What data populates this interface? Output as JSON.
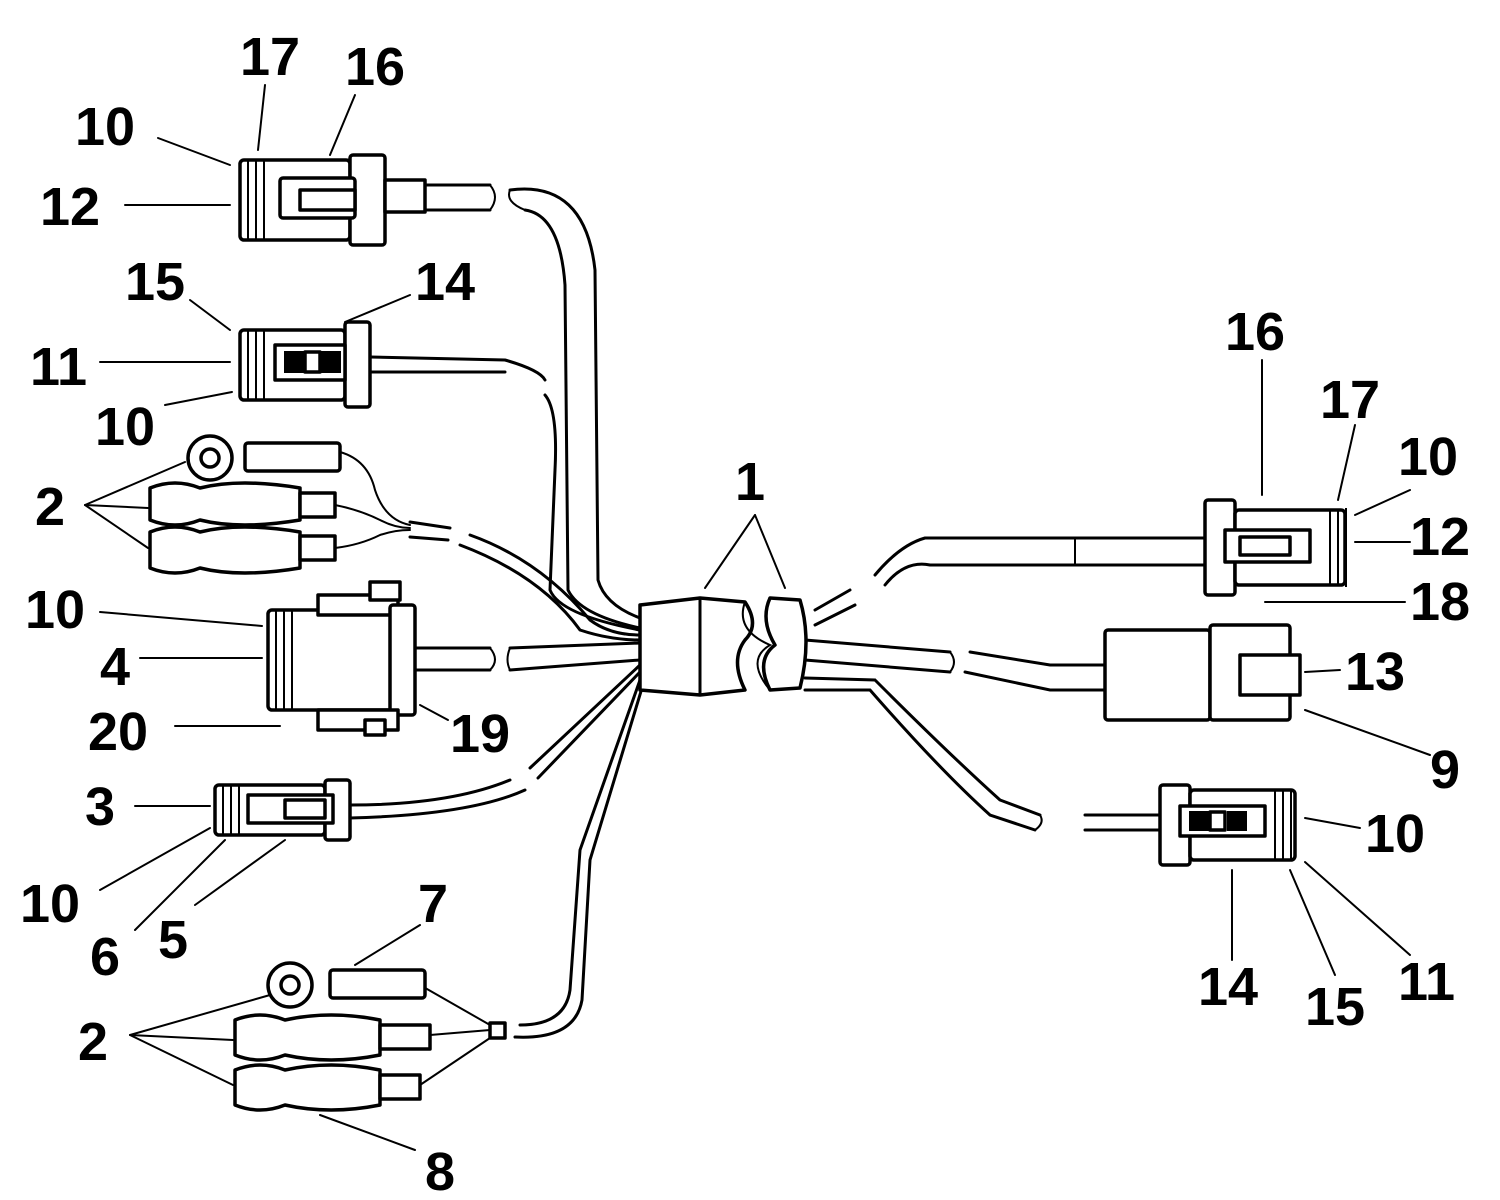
{
  "diagram": {
    "callouts": {
      "c1": "1",
      "c2_upper": "2",
      "c2_lower": "2",
      "c3": "3",
      "c4": "4",
      "c5": "5",
      "c6": "6",
      "c7": "7",
      "c8": "8",
      "c9": "9",
      "c10_top": "10",
      "c10_mid": "10",
      "c10_d": "10",
      "c10_3": "10",
      "c10_r": "10",
      "c10_rb": "10",
      "c11_l": "11",
      "c11_r": "11",
      "c12_l": "12",
      "c12_r": "12",
      "c13": "13",
      "c14_l": "14",
      "c14_r": "14",
      "c15_l": "15",
      "c15_r": "15",
      "c16_l": "16",
      "c16_r": "16",
      "c17_l": "17",
      "c17_r": "17",
      "c18": "18",
      "c19": "19",
      "c20": "20"
    }
  }
}
